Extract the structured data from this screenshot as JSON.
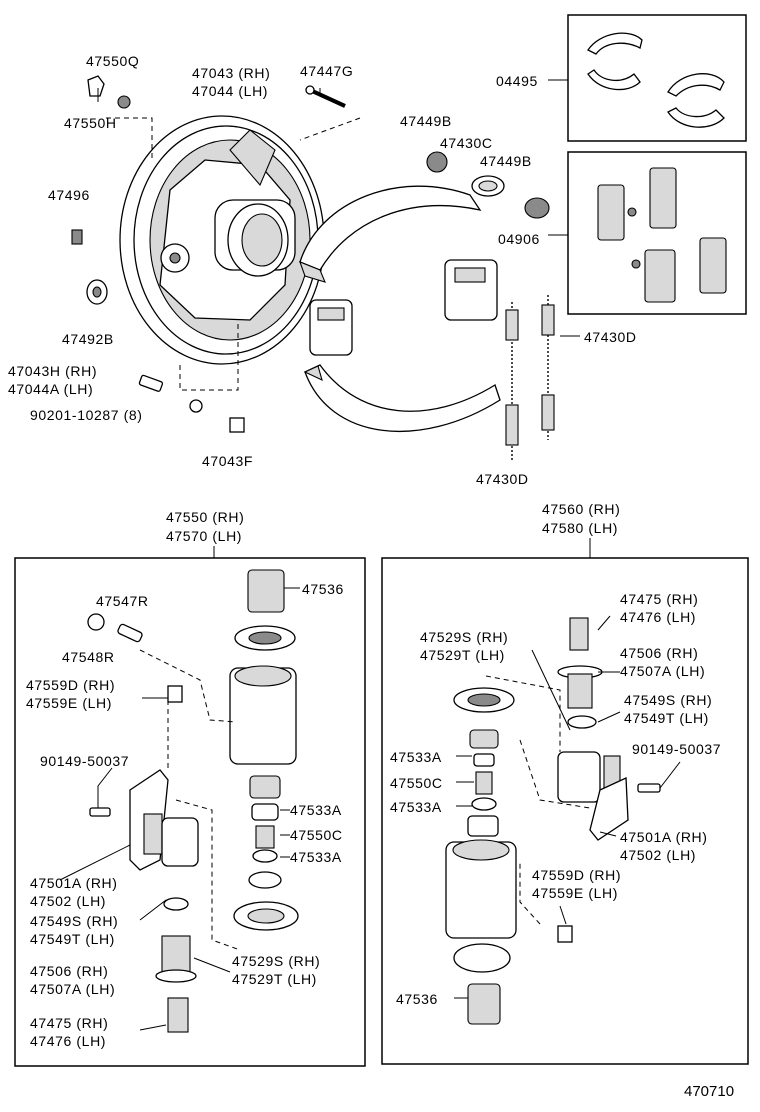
{
  "diagram_id": "470710",
  "labels": {
    "p47550Q": "47550Q",
    "p47550H": "47550H",
    "p47043": "47043 (RH)",
    "p47044": "47044 (LH)",
    "p47447G": "47447G",
    "p04495": "04495",
    "p47449B_a": "47449B",
    "p47430C": "47430C",
    "p47449B_b": "47449B",
    "p04906": "04906",
    "p47496": "47496",
    "p47492B": "47492B",
    "p47430D_a": "47430D",
    "p47430D_b": "47430D",
    "p47043H": "47043H (RH)",
    "p47044A": "47044A (LH)",
    "p90201": "90201-10287 (8)",
    "p47043F": "47043F",
    "p47550": "47550 (RH)",
    "p47570": "47570 (LH)",
    "p47560": "47560 (RH)",
    "p47580": "47580 (LH)",
    "L_47536": "47536",
    "L_47547R": "47547R",
    "L_47548R": "47548R",
    "L_47559D": "47559D (RH)",
    "L_47559E": "47559E (LH)",
    "L_90149": "90149-50037",
    "L_47533A_a": "47533A",
    "L_47550C": "47550C",
    "L_47533A_b": "47533A",
    "L_47501A": "47501A (RH)",
    "L_47502": "47502 (LH)",
    "L_47549S": "47549S (RH)",
    "L_47549T": "47549T (LH)",
    "L_47506": "47506  (RH)",
    "L_47507A": "47507A (LH)",
    "L_47529S": "47529S (RH)",
    "L_47529T": "47529T (LH)",
    "L_47475": "47475 (RH)",
    "L_47476": "47476 (LH)",
    "R_47475": "47475 (RH)",
    "R_47476": "47476 (LH)",
    "R_47529S": "47529S (RH)",
    "R_47529T": "47529T (LH)",
    "R_47506": "47506  (RH)",
    "R_47507A": "47507A (LH)",
    "R_47549S": "47549S (RH)",
    "R_47549T": "47549T (LH)",
    "R_90149": "90149-50037",
    "R_47533A_a": "47533A",
    "R_47550C": "47550C",
    "R_47533A_b": "47533A",
    "R_47501A": "47501A (RH)",
    "R_47502": "47502 (LH)",
    "R_47559D": "47559D (RH)",
    "R_47559E": "47559E (LH)",
    "R_47536": "47536"
  }
}
